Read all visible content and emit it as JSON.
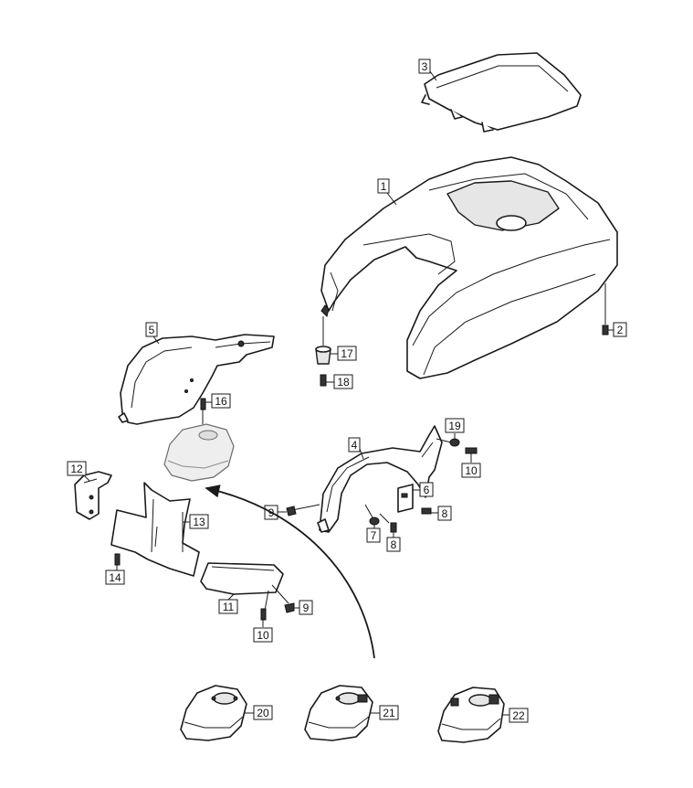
{
  "callouts": {
    "c1": "1",
    "c2": "2",
    "c3": "3",
    "c4": "4",
    "c5": "5",
    "c6": "6",
    "c7": "7",
    "c8a": "8",
    "c8b": "8",
    "c9a": "9",
    "c9b": "9",
    "c10a": "10",
    "c10b": "10",
    "c11": "11",
    "c12": "12",
    "c13": "13",
    "c14": "14",
    "c16": "16",
    "c17": "17",
    "c18": "18",
    "c19": "19",
    "c20": "20",
    "c21": "21",
    "c22": "22"
  }
}
